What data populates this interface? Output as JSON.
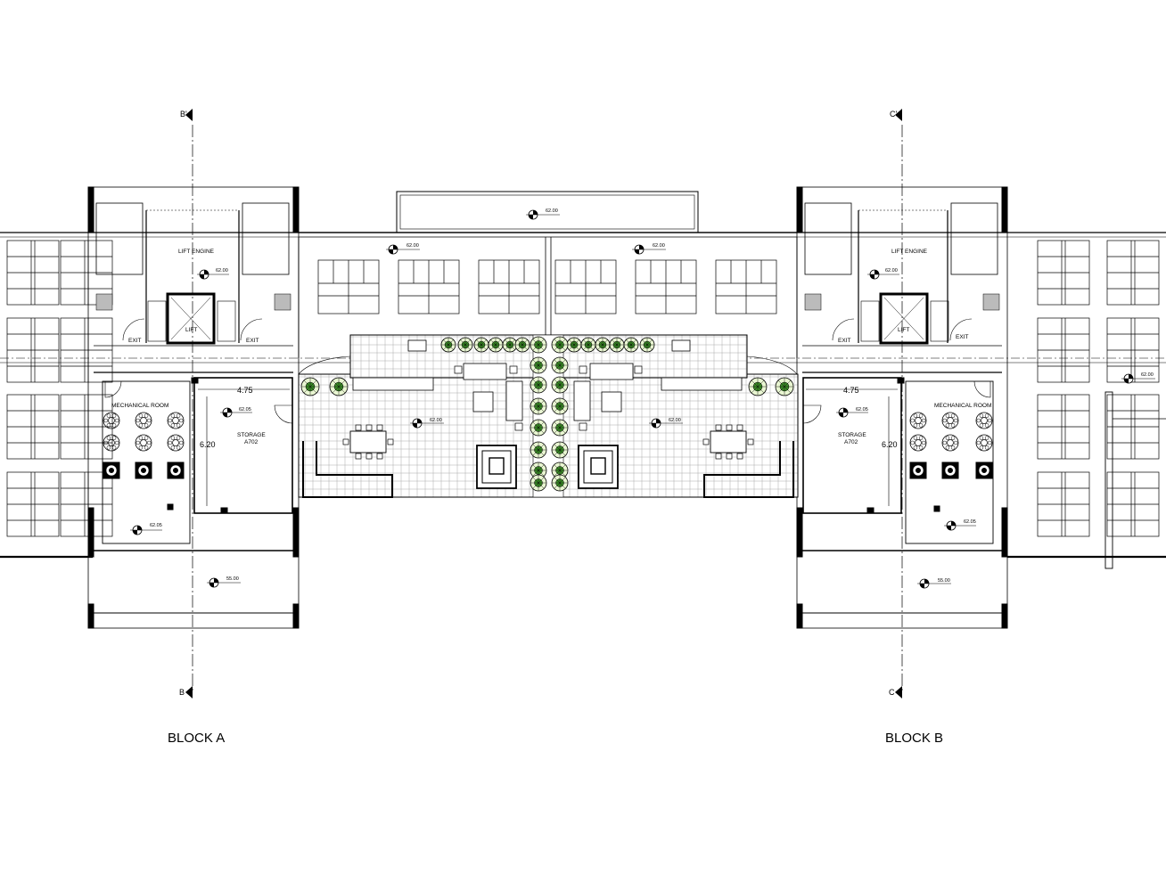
{
  "blocks": [
    {
      "title": "BLOCK A",
      "section_top": "B'",
      "section_bottom": "B",
      "rooms": {
        "lift_engine": "LIFT ENGINE",
        "mechanical": "MECHANICAL ROOM",
        "storage": "STORAGE",
        "storage_code": "A702",
        "lift": "LIFT",
        "exit_left": "EXIT",
        "exit_right": "EXIT"
      },
      "dims": {
        "width": "4.75",
        "height": "6.20"
      },
      "levels": {
        "lift_engine": "62.00",
        "storage": "62.05",
        "mechanical": "62.05",
        "lower": "55.00"
      }
    },
    {
      "title": "BLOCK B",
      "section_top": "C'",
      "section_bottom": "C",
      "rooms": {
        "lift_engine": "LIFT ENGINE",
        "mechanical": "MECHANICAL ROOM",
        "storage": "STORAGE",
        "storage_code": "A702",
        "lift": "LIFT",
        "exit_left": "EXIT",
        "exit_right": "EXIT"
      },
      "dims": {
        "width": "4.75",
        "height": "6.20"
      },
      "levels": {
        "lift_engine": "62.00",
        "storage": "62.05",
        "mechanical": "62.05",
        "lower": "55.00"
      }
    }
  ],
  "central": {
    "levels": {
      "roof": "62.00",
      "left_panels": "62.00",
      "right_panels": "62.00",
      "terrace_left": "62.00",
      "terrace_right": "62.00",
      "far_right": "62.00"
    }
  }
}
